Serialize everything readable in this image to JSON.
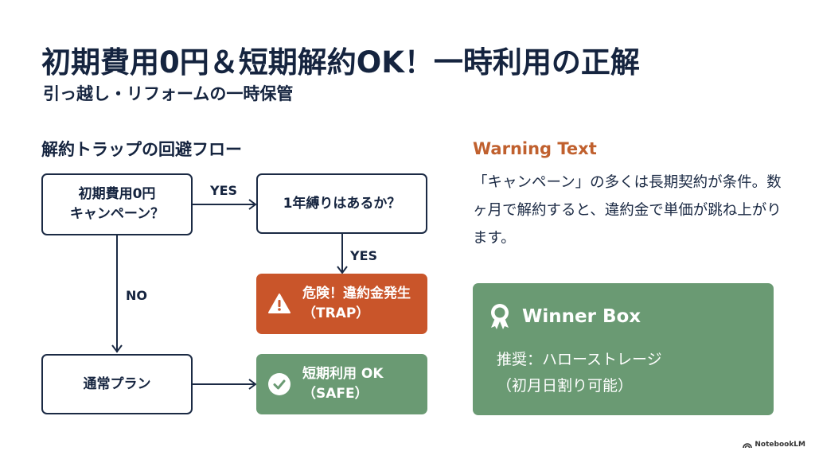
{
  "header": {
    "title": "初期費用0円＆短期解約OK！一時利用の正解",
    "subtitle": "引っ越し・リフォームの一時保管"
  },
  "flow": {
    "heading": "解約トラップの回避フロー",
    "nodes": {
      "campaign": {
        "line1": "初期費用0円",
        "line2": "キャンペーン？"
      },
      "one_year": {
        "text": "1年縛りはあるか？"
      },
      "trap": {
        "line1": "危険！違約金発生",
        "line2": "（TRAP）",
        "icon": "warning-triangle-icon",
        "color": "#c9552a"
      },
      "normal": {
        "text": "通常プラン"
      },
      "safe": {
        "line1": "短期利用 OK",
        "line2": "（SAFE）",
        "icon": "check-circle-icon",
        "color": "#6a9a73"
      }
    },
    "edges": {
      "campaign_to_one_year": "YES",
      "one_year_to_trap": "YES",
      "campaign_to_normal": "NO"
    }
  },
  "warning": {
    "heading": "Warning Text",
    "heading_color": "#c0602e",
    "body": "「キャンペーン」の多くは長期契約が条件。数ヶ月で解約すると、違約金で単価が跳ね上がります。"
  },
  "winner": {
    "title": "Winner Box",
    "icon": "award-ribbon-icon",
    "line1": "推奨：ハローストレージ",
    "line2": "（初月日割り可能）",
    "color": "#6a9a73"
  },
  "footer": {
    "brand": "NotebookLM"
  }
}
